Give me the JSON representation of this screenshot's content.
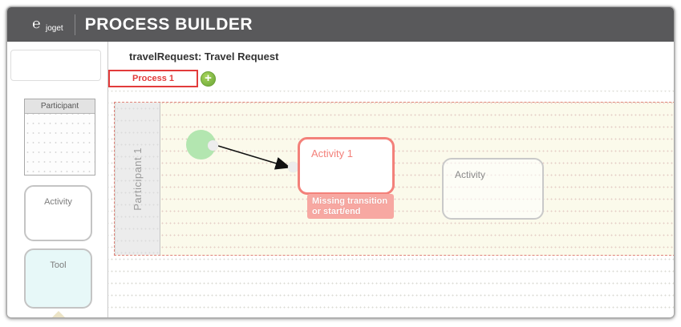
{
  "topbar": {
    "brand": "joget",
    "logo_glyph": "℮",
    "app_title": "PROCESS BUILDER"
  },
  "header": {
    "diagram_title": "travelRequest: Travel Request"
  },
  "tabs": {
    "process_tab_label": "Process 1",
    "add_button_glyph": "+"
  },
  "palette": {
    "participant_label": "Participant",
    "activity_label": "Activity",
    "tool_label": "Tool"
  },
  "canvas": {
    "lane_label": "Participant 1",
    "activity1_label": "Activity 1",
    "activity2_label": "Activity",
    "warning_line1": "Missing transition",
    "warning_line2": "or start/end"
  },
  "colors": {
    "topbar_bg": "#59595b",
    "tab_accent_red": "#e23b3b",
    "error_node_border": "#f3817a",
    "warning_badge_bg": "#f7a8a2",
    "start_node_green": "#b3e6b0",
    "add_button_green": "#7cb342",
    "pool_bg": "#fbfaeb",
    "pool_border_red": "#e0837a"
  }
}
